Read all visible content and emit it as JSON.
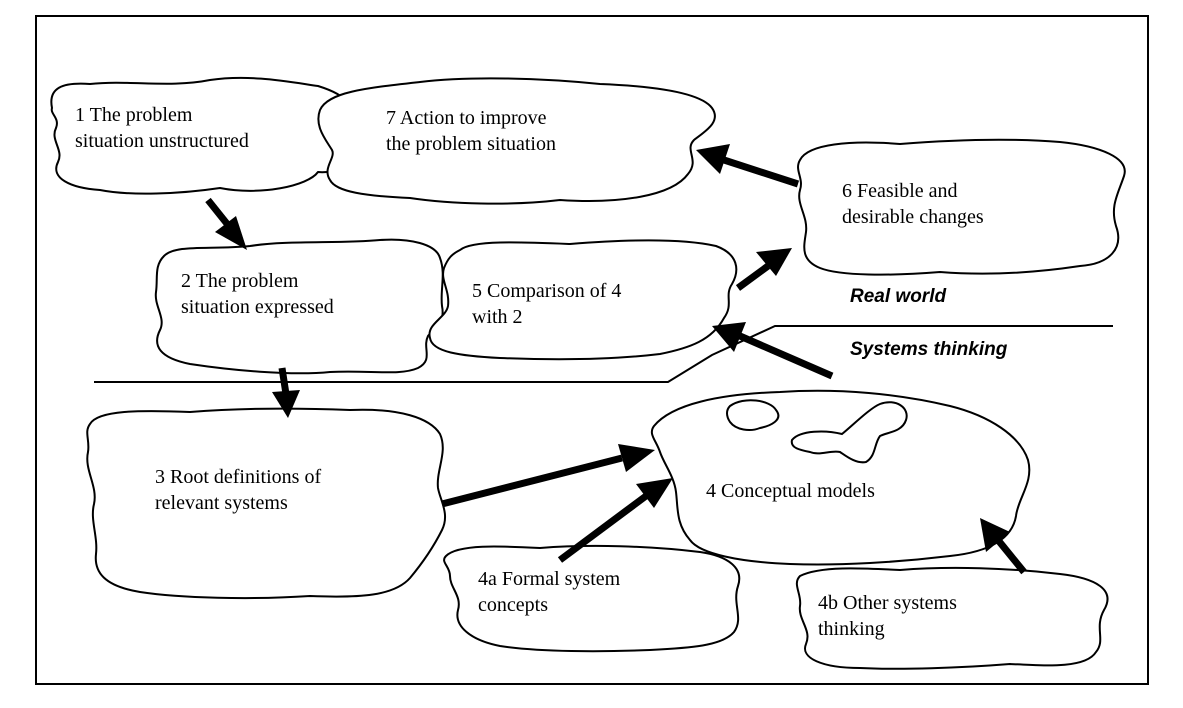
{
  "diagram": {
    "nodes": {
      "n1": {
        "lines": [
          "1  The problem",
          "situation unstructured"
        ]
      },
      "n2": {
        "lines": [
          "2  The problem",
          "situation expressed"
        ]
      },
      "n3": {
        "lines": [
          "3  Root definitions of",
          "relevant systems"
        ]
      },
      "n4": {
        "lines": [
          "4  Conceptual models"
        ]
      },
      "n4a": {
        "lines": [
          "4a  Formal system",
          "concepts"
        ]
      },
      "n4b": {
        "lines": [
          "4b  Other systems",
          "thinking"
        ]
      },
      "n5": {
        "lines": [
          "5  Comparison of 4",
          "with 2"
        ]
      },
      "n6": {
        "lines": [
          "6  Feasible and",
          "desirable changes"
        ]
      },
      "n7": {
        "lines": [
          "7  Action to improve",
          "the problem situation"
        ]
      }
    },
    "regions": {
      "upper": "Real world",
      "lower": "Systems thinking"
    },
    "edges": [
      {
        "from": "1",
        "to": "2"
      },
      {
        "from": "2",
        "to": "3"
      },
      {
        "from": "3",
        "to": "4"
      },
      {
        "from": "4a",
        "to": "4"
      },
      {
        "from": "4b",
        "to": "4"
      },
      {
        "from": "4",
        "to": "5"
      },
      {
        "from": "5",
        "to": "6"
      },
      {
        "from": "6",
        "to": "7"
      }
    ]
  }
}
